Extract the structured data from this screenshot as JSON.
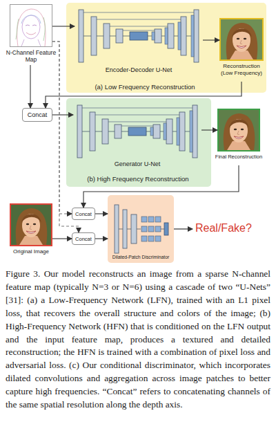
{
  "diagram": {
    "caption": "Figure 3. Our model reconstructs an image from a sparse N-channel feature map (typically N=3 or N=6) using a cascade of two “U-Nets” [31]: (a) a Low-Frequency Network (LFN), trained with an L1 pixel loss, that recovers the overall structure and colors of the image; (b) High-Frequency Network (HFN) that is conditioned on the LFN output and the input feature map, produces a textured and detailed reconstruction; the HFN is trained with a combination of pixel loss and adversarial loss. (c) Our conditional discriminator, which incorporates dilated convolutions and aggregation across image patches to better capture high frequencies. “Concat” refers to concatenating channels of the same spatial resolution along the depth axis.",
    "nodes": [
      {
        "text": [
          "N-Channel Feature Map"
        ]
      },
      {
        "text": [
          "(a) Low Frequency Reconstruction"
        ]
      },
      {
        "text": [
          "Encoder-Decoder U-Net"
        ],
        "in": 1
      },
      {
        "text": [
          "Reconstruction (Low Frequency)"
        ],
        "in": 1
      },
      {
        "text": [
          "Concat"
        ]
      },
      {
        "text": [
          "(b) High Frequency Reconstruction"
        ]
      },
      {
        "text": [
          "Generator U-Net"
        ],
        "in": 5
      },
      {
        "text": [
          "Final Reconstruction"
        ]
      },
      {
        "text": [
          "Original Image"
        ]
      },
      {
        "text": [
          "Concat"
        ]
      },
      {
        "text": [
          "Concat"
        ]
      },
      {
        "text": [
          "Dilated-Patch Discriminator"
        ]
      }
    ],
    "edges": [
      {
        "from": 0,
        "to": 2,
        "arrow": "to"
      },
      {
        "from": 2,
        "to": 3,
        "arrow": "to"
      },
      {
        "from": 0,
        "to": 4,
        "arrow": "to"
      },
      {
        "from": 3,
        "to": 4,
        "arrow": "to"
      },
      {
        "from": 4,
        "to": 6,
        "arrow": "to"
      },
      {
        "from": 6,
        "to": 7,
        "arrow": "to"
      },
      {
        "from": 7,
        "to": 9,
        "arrow": "to"
      },
      {
        "from": 0,
        "to": 9,
        "arrow": "to"
      },
      {
        "from": 0,
        "to": 10,
        "arrow": "to"
      },
      {
        "from": 8,
        "to": 10,
        "arrow": "to"
      },
      {
        "from": 9,
        "to": 11,
        "arrow": "to"
      },
      {
        "from": 10,
        "to": 11,
        "arrow": "to"
      }
    ],
    "labels": [
      "Real/Fake?"
    ]
  }
}
